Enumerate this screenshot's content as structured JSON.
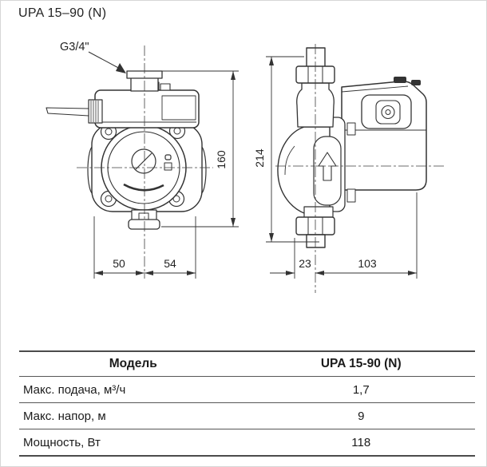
{
  "title": "UPA 15–90 (N)",
  "drawing": {
    "port_label": "G3/4\"",
    "dims": {
      "front_height": "160",
      "front_w_left": "50",
      "front_w_right": "54",
      "side_height": "214",
      "side_offset": "23",
      "side_depth": "103"
    }
  },
  "table": {
    "header": {
      "model_label": "Модель",
      "model_value": "UPA 15-90 (N)"
    },
    "rows": [
      {
        "label": "Макс. подача, м³/ч",
        "value": "1,7"
      },
      {
        "label": "Макс. напор, м",
        "value": "9"
      },
      {
        "label": "Мощность, Вт",
        "value": "118"
      }
    ]
  },
  "colors": {
    "line": "#333333",
    "rule": "#4c4c4c"
  }
}
